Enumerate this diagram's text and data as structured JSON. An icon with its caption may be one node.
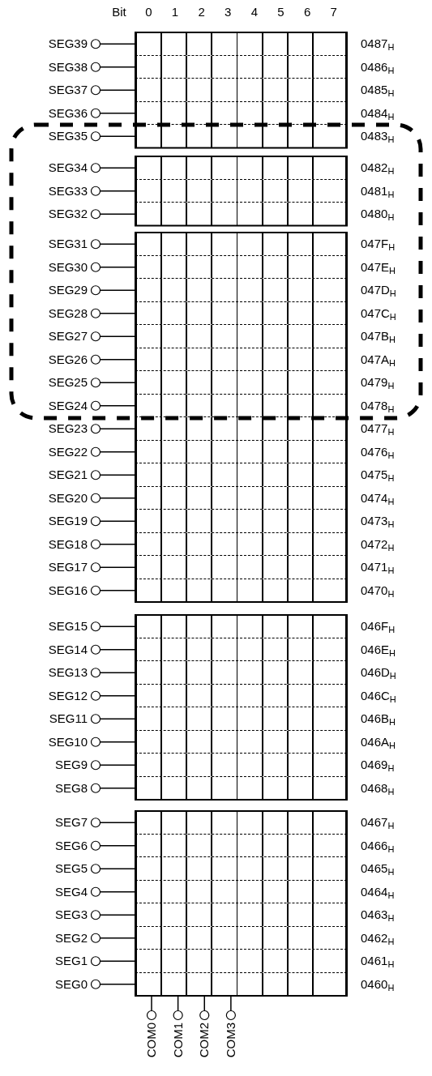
{
  "diagram": {
    "nodes": [
      {
        "text": [
          "SEG39"
        ]
      },
      {
        "text": [],
        "shape": "box",
        "beside": [
          "0487$_{H}$"
        ]
      },
      {
        "text": [
          "SEG38"
        ]
      },
      {
        "text": [],
        "shape": "box",
        "beside": [
          "0486$_{H}$"
        ]
      },
      {
        "text": [
          "SEG37"
        ]
      },
      {
        "text": [],
        "shape": "box",
        "beside": [
          "0485$_{H}$"
        ]
      },
      {
        "text": [
          "SEG36"
        ]
      },
      {
        "text": [],
        "shape": "box",
        "beside": [
          "0484$_{H}$"
        ]
      },
      {
        "text": [
          "SEG35"
        ]
      },
      {
        "text": [],
        "shape": "box",
        "beside": [
          "0483$_{H}$"
        ]
      },
      {
        "text": [
          "SEG34"
        ]
      },
      {
        "text": [],
        "shape": "box",
        "beside": [
          "0482$_{H}$"
        ]
      },
      {
        "text": [
          "SEG33"
        ]
      },
      {
        "text": [],
        "shape": "box",
        "beside": [
          "0481$_{H}$"
        ]
      },
      {
        "text": [
          "SEG32"
        ]
      },
      {
        "text": [],
        "shape": "box",
        "beside": [
          "0480$_{H}$"
        ]
      },
      {
        "text": [
          "SEG31"
        ]
      },
      {
        "text": [],
        "shape": "box",
        "beside": [
          "047F$_{H}$"
        ]
      },
      {
        "text": [
          "SEG30"
        ]
      },
      {
        "text": [],
        "shape": "box",
        "beside": [
          "047E$_{H}$"
        ]
      },
      {
        "text": [
          "SEG29"
        ]
      },
      {
        "text": [],
        "shape": "box",
        "beside": [
          "047D$_{H}$"
        ]
      },
      {
        "text": [
          "SEG28"
        ]
      },
      {
        "text": [],
        "shape": "box",
        "beside": [
          "047C$_{H}$"
        ]
      },
      {
        "text": [
          "SEG27"
        ]
      },
      {
        "text": [],
        "shape": "box",
        "beside": [
          "047B$_{H}$"
        ]
      },
      {
        "text": [
          "SEG26"
        ]
      },
      {
        "text": [],
        "shape": "box",
        "beside": [
          "047A$_{H}$"
        ]
      },
      {
        "text": [
          "SEG25"
        ]
      },
      {
        "text": [],
        "shape": "box",
        "beside": [
          "0479$_{H}$"
        ]
      },
      {
        "text": [
          "SEG24"
        ]
      },
      {
        "text": [],
        "shape": "box",
        "beside": [
          "0478$_{H}$"
        ]
      },
      {
        "text": [
          "SEG23"
        ]
      },
      {
        "text": [],
        "shape": "box",
        "beside": [
          "0477$_{H}$"
        ]
      },
      {
        "text": [
          "SEG22"
        ]
      },
      {
        "text": [],
        "shape": "box",
        "beside": [
          "0476$_{H}$"
        ]
      },
      {
        "text": [
          "SEG21"
        ]
      },
      {
        "text": [],
        "shape": "box",
        "beside": [
          "0475$_{H}$"
        ]
      },
      {
        "text": [
          "SEG20"
        ]
      },
      {
        "text": [],
        "shape": "box",
        "beside": [
          "0474$_{H}$"
        ]
      },
      {
        "text": [
          "SEG19"
        ]
      },
      {
        "text": [],
        "shape": "box",
        "beside": [
          "0473$_{H}$"
        ]
      },
      {
        "text": [
          "SEG18"
        ]
      },
      {
        "text": [],
        "shape": "box",
        "beside": [
          "0472$_{H}$"
        ]
      },
      {
        "text": [
          "SEG17"
        ]
      },
      {
        "text": [],
        "shape": "box",
        "beside": [
          "0471$_{H}$"
        ]
      },
      {
        "text": [
          "SEG16"
        ]
      },
      {
        "text": [],
        "shape": "box",
        "beside": [
          "0470$_{H}$"
        ]
      },
      {
        "text": [
          "SEG15"
        ]
      },
      {
        "text": [],
        "shape": "box",
        "beside": [
          "046F$_{H}$"
        ]
      },
      {
        "text": [
          "SEG14"
        ]
      },
      {
        "text": [],
        "shape": "box",
        "beside": [
          "046E$_{H}$"
        ]
      },
      {
        "text": [
          "SEG13"
        ]
      },
      {
        "text": [],
        "shape": "box",
        "beside": [
          "046D$_{H}$"
        ]
      },
      {
        "text": [
          "SEG12"
        ]
      },
      {
        "text": [],
        "shape": "box",
        "beside": [
          "046C$_{H}$"
        ]
      },
      {
        "text": [
          "SEG11"
        ]
      },
      {
        "text": [],
        "shape": "box",
        "beside": [
          "046B$_{H}$"
        ]
      },
      {
        "text": [
          "SEG10"
        ]
      },
      {
        "text": [],
        "shape": "box",
        "beside": [
          "046A$_{H}$"
        ]
      },
      {
        "text": [
          "SEG9"
        ]
      },
      {
        "text": [],
        "shape": "box",
        "beside": [
          "0469$_{H}$"
        ]
      },
      {
        "text": [
          "SEG8"
        ]
      },
      {
        "text": [],
        "shape": "box",
        "beside": [
          "0468$_{H}$"
        ]
      },
      {
        "text": [
          "SEG7"
        ]
      },
      {
        "text": [],
        "shape": "box",
        "beside": [
          "0467$_{H}$"
        ]
      },
      {
        "text": [
          "SEG6"
        ]
      },
      {
        "text": [],
        "shape": "box",
        "beside": [
          "0466$_{H}$"
        ]
      },
      {
        "text": [
          "SEG5"
        ]
      },
      {
        "text": [],
        "shape": "box",
        "beside": [
          "0465$_{H}$"
        ]
      },
      {
        "text": [
          "SEG4"
        ]
      },
      {
        "text": [],
        "shape": "box",
        "beside": [
          "0464$_{H}$"
        ]
      },
      {
        "text": [
          "SEG3"
        ]
      },
      {
        "text": [],
        "shape": "box",
        "beside": [
          "0463$_{H}$"
        ]
      },
      {
        "text": [
          "SEG2"
        ]
      },
      {
        "text": [],
        "shape": "box",
        "beside": [
          "0462$_{H}$"
        ]
      },
      {
        "text": [
          "SEG1"
        ]
      },
      {
        "text": [],
        "shape": "box",
        "beside": [
          "0461$_{H}$"
        ]
      },
      {
        "text": [
          "SEG0"
        ]
      },
      {
        "text": [],
        "shape": "box",
        "beside": [
          "0460$_{H}$"
        ]
      },
      {
        "text": [
          "COM0"
        ]
      },
      {
        "text": [
          "COM1"
        ]
      },
      {
        "text": [
          "COM2"
        ]
      },
      {
        "text": [
          "COM3"
        ]
      }
    ],
    "edges": [
      {
        "from": 0,
        "to": 1,
        "arrow": "other"
      },
      {
        "from": 2,
        "to": 3,
        "arrow": "other"
      },
      {
        "from": 4,
        "to": 5,
        "arrow": "other"
      },
      {
        "from": 6,
        "to": 7,
        "arrow": "other"
      },
      {
        "from": 8,
        "to": 9,
        "arrow": "other"
      },
      {
        "from": 10,
        "to": 11,
        "arrow": "other"
      },
      {
        "from": 12,
        "to": 13,
        "arrow": "other"
      },
      {
        "from": 14,
        "to": 15,
        "arrow": "other"
      },
      {
        "from": 16,
        "to": 17,
        "arrow": "other"
      },
      {
        "from": 18,
        "to": 19,
        "arrow": "other"
      },
      {
        "from": 20,
        "to": 21,
        "arrow": "other"
      },
      {
        "from": 22,
        "to": 23,
        "arrow": "other"
      },
      {
        "from": 24,
        "to": 25,
        "arrow": "other"
      },
      {
        "from": 26,
        "to": 27,
        "arrow": "other"
      },
      {
        "from": 28,
        "to": 29,
        "arrow": "other"
      },
      {
        "from": 30,
        "to": 31,
        "arrow": "other"
      },
      {
        "from": 32,
        "to": 33,
        "arrow": "other"
      },
      {
        "from": 34,
        "to": 35,
        "arrow": "other"
      },
      {
        "from": 36,
        "to": 37,
        "arrow": "other"
      },
      {
        "from": 38,
        "to": 39,
        "arrow": "other"
      },
      {
        "from": 40,
        "to": 41,
        "arrow": "other"
      },
      {
        "from": 42,
        "to": 43,
        "arrow": "other"
      },
      {
        "from": 44,
        "to": 45,
        "arrow": "other"
      },
      {
        "from": 46,
        "to": 47,
        "arrow": "other"
      },
      {
        "from": 48,
        "to": 49,
        "arrow": "other"
      },
      {
        "from": 50,
        "to": 51,
        "arrow": "other"
      },
      {
        "from": 52,
        "to": 53,
        "arrow": "other"
      },
      {
        "from": 54,
        "to": 55,
        "arrow": "other"
      },
      {
        "from": 56,
        "to": 57,
        "arrow": "other"
      },
      {
        "from": 58,
        "to": 59,
        "arrow": "other"
      },
      {
        "from": 60,
        "to": 61,
        "arrow": "other"
      },
      {
        "from": 62,
        "to": 63,
        "arrow": "other"
      },
      {
        "from": 64,
        "to": 65,
        "arrow": "other"
      },
      {
        "from": 66,
        "to": 67,
        "arrow": "other"
      },
      {
        "from": 68,
        "to": 69,
        "arrow": "other"
      },
      {
        "from": 70,
        "to": 71,
        "arrow": "other"
      },
      {
        "from": 72,
        "to": 73,
        "arrow": "other"
      },
      {
        "from": 74,
        "to": 75,
        "arrow": "other"
      },
      {
        "from": 76,
        "to": 77,
        "arrow": "other"
      },
      {
        "from": 78,
        "to": 79,
        "arrow": "other"
      },
      {
        "from": 80,
        "to": 79,
        "arrow": "other"
      },
      {
        "from": 81,
        "to": 79,
        "arrow": "other"
      },
      {
        "from": 82,
        "to": 79,
        "arrow": "other"
      },
      {
        "from": 83,
        "to": 79,
        "arrow": "other"
      }
    ],
    "labels": [
      "Bit",
      "0",
      "1",
      "2",
      "3",
      "4",
      "5",
      "6",
      "7"
    ]
  }
}
